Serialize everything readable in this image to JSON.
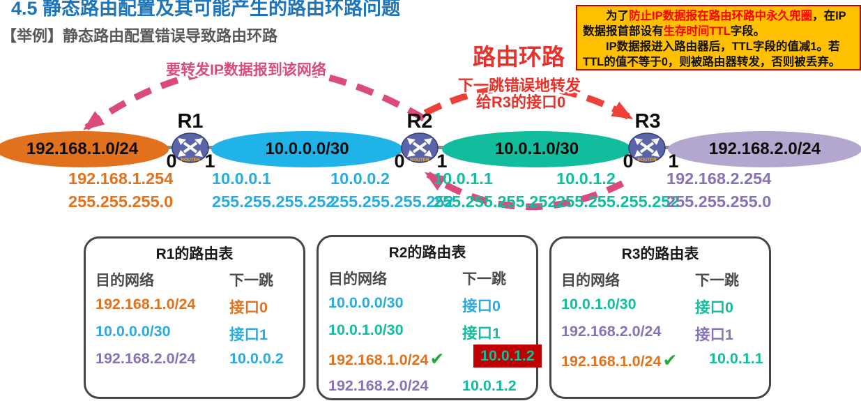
{
  "header": {
    "title": "4.5 静态路由配置及其可能产生的路由环路问题",
    "subtitle": "【举例】静态路由配置错误导致路由环路"
  },
  "ttl_note": {
    "l1a": "　　为了",
    "l1b": "防止IP数据报在路由环路中永久兜圈",
    "l1c": "，在IP",
    "l2a": "数据报首部设有",
    "l2b": "生存时间TTL",
    "l2c": "字段。",
    "l3": "　　IP数据报进入路由器后，TTL字段的值减1。若",
    "l4": "TTL的值不等于0，则被路由器转发，否则被丢弃。"
  },
  "annotations": {
    "forward_label": "要转发IP数据报到该网络",
    "loop_title": "路由环路",
    "wrong_hop_line1": "下一跳错误地转发",
    "wrong_hop_line2": "给R3的接口0"
  },
  "network": {
    "router_icon_label": "ROUTER",
    "segments": [
      {
        "label": "192.168.1.0/24"
      },
      {
        "label": "10.0.0.0/30"
      },
      {
        "label": "10.0.1.0/30"
      },
      {
        "label": "192.168.2.0/24"
      }
    ],
    "routers": [
      {
        "name": "R1",
        "port_left": "0",
        "port_right": "1"
      },
      {
        "name": "R2",
        "port_left": "0",
        "port_right": "1"
      },
      {
        "name": "R3",
        "port_left": "0",
        "port_right": "1"
      }
    ],
    "addresses": [
      {
        "ip": "192.168.1.254",
        "mask": "255.255.255.0"
      },
      {
        "ip": "10.0.0.1",
        "mask": "255.255.255.252"
      },
      {
        "ip": "10.0.0.2",
        "mask": "255.255.255.252"
      },
      {
        "ip": "10.0.1.1",
        "mask": "255.255.255.252"
      },
      {
        "ip": "10.0.1.2",
        "mask": "255.255.255.252"
      },
      {
        "ip": "192.168.2.254",
        "mask": "255.255.255.0"
      }
    ]
  },
  "tables": [
    {
      "title": "R1的路由表",
      "col_dest": "目的网络",
      "col_next": "下一跳",
      "rows": [
        {
          "dest": "192.168.1.0/24",
          "next": "接口0"
        },
        {
          "dest": "10.0.0.0/30",
          "next": "接口1"
        },
        {
          "dest": "192.168.2.0/24",
          "next": "10.0.0.2"
        }
      ]
    },
    {
      "title": "R2的路由表",
      "col_dest": "目的网络",
      "col_next": "下一跳",
      "rows": [
        {
          "dest": "10.0.0.0/30",
          "next": "接口0"
        },
        {
          "dest": "10.0.1.0/30",
          "next": "接口1"
        },
        {
          "dest": "192.168.1.0/24",
          "check": "✔",
          "next": "10.0.1.2",
          "highlight": true
        },
        {
          "dest": "192.168.2.0/24",
          "next": "10.0.1.2"
        }
      ]
    },
    {
      "title": "R3的路由表",
      "col_dest": "目的网络",
      "col_next": "下一跳",
      "rows": [
        {
          "dest": "10.0.1.0/30",
          "next": "接口0"
        },
        {
          "dest": "192.168.2.0/24",
          "next": "接口1"
        },
        {
          "dest": "192.168.1.0/24",
          "check": "✔",
          "next": "10.0.1.1"
        }
      ]
    }
  ],
  "colors": {
    "title-blue": "#1C75BC",
    "subtitle-gray": "#58595B",
    "orange": "#E2711D",
    "blue": "#29ABE2",
    "blue-oval": "#1FB3E8",
    "teal": "#12BD9D",
    "purple": "#8672B4",
    "purple-oval": "#B3A6CF",
    "red": "#E8312B",
    "pink": "#DB4A7C",
    "red-arrow": "#EC4038",
    "yellow": "#FFC000",
    "note-red": "#FF0000",
    "highlight-bg": "#C00000",
    "check-green": "#1FA83C",
    "router-body": "#5A64A8"
  }
}
